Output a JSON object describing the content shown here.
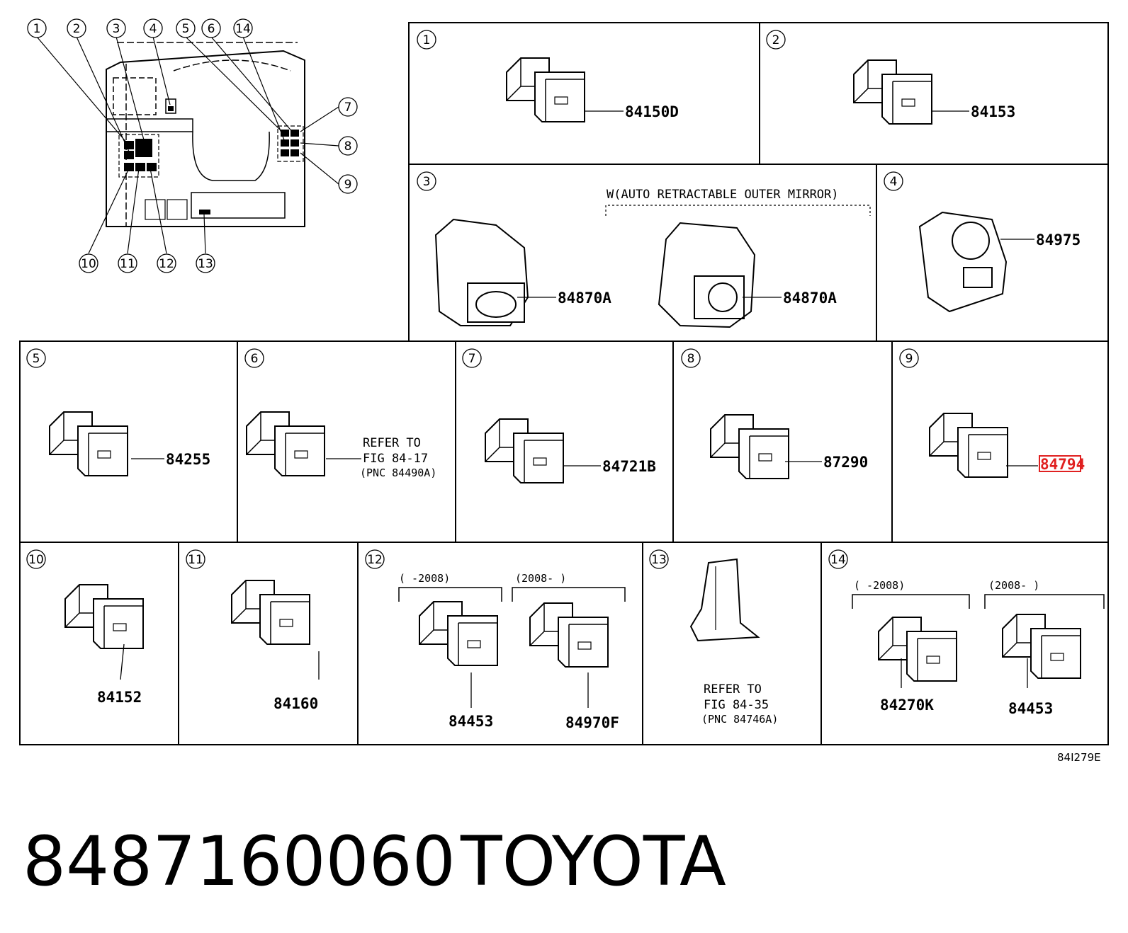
{
  "overview": {
    "callouts": [
      "1",
      "2",
      "3",
      "4",
      "5",
      "6",
      "14",
      "7",
      "8",
      "9",
      "10",
      "11",
      "12",
      "13"
    ]
  },
  "panels": [
    {
      "id": "1",
      "parts": [
        "84150D"
      ]
    },
    {
      "id": "2",
      "parts": [
        "84153"
      ]
    },
    {
      "id": "3",
      "note": "W(AUTO RETRACTABLE OUTER MIRROR)",
      "parts": [
        "84870A",
        "84870A"
      ]
    },
    {
      "id": "4",
      "parts": [
        "84975"
      ]
    },
    {
      "id": "5",
      "parts": [
        "84255"
      ]
    },
    {
      "id": "6",
      "refer": [
        "REFER TO",
        "FIG 84-17",
        "(PNC 84490A)"
      ]
    },
    {
      "id": "7",
      "parts": [
        "84721B"
      ]
    },
    {
      "id": "8",
      "parts": [
        "87290"
      ]
    },
    {
      "id": "9",
      "parts": [
        "84794"
      ]
    },
    {
      "id": "10",
      "parts": [
        "84152"
      ]
    },
    {
      "id": "11",
      "parts": [
        "84160"
      ]
    },
    {
      "id": "12",
      "ranges": [
        "( -2008)",
        "(2008- )"
      ],
      "parts": [
        "84453",
        "84970F"
      ]
    },
    {
      "id": "13",
      "refer": [
        "REFER TO",
        "FIG 84-35",
        "(PNC 84746A)"
      ]
    },
    {
      "id": "14",
      "ranges": [
        "( -2008)",
        "(2008- )"
      ],
      "parts": [
        "84270K",
        "84453"
      ]
    }
  ],
  "figure_code": "84I279E",
  "footer": {
    "part_number": "8487160060",
    "brand": "TOYOTA"
  },
  "colors": {
    "highlight": "#e02020",
    "line": "#000000"
  }
}
